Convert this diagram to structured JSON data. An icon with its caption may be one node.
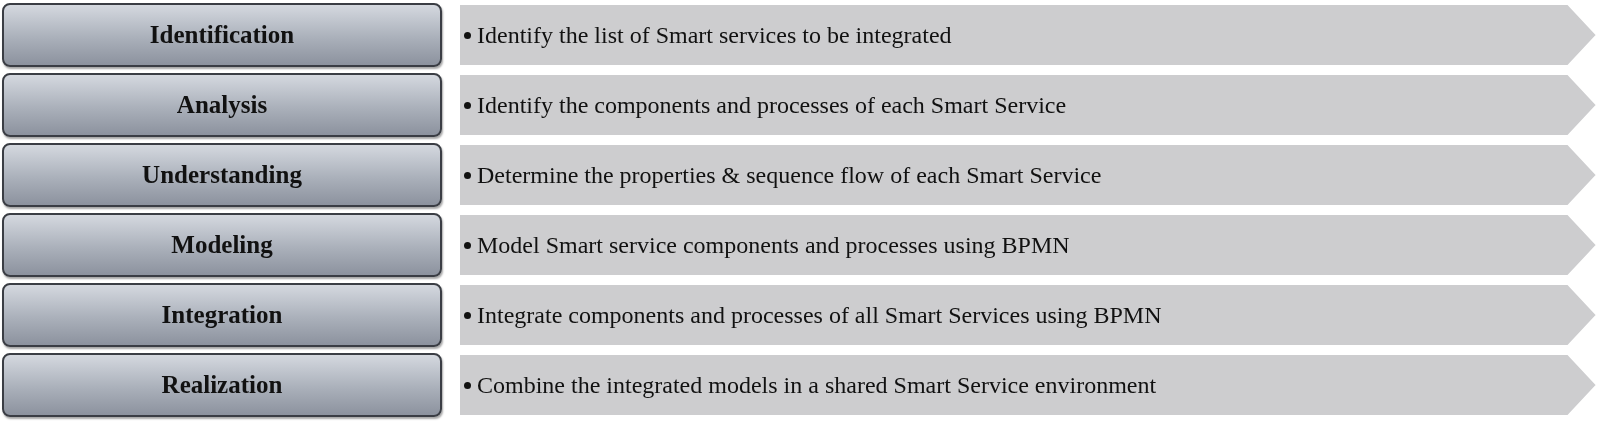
{
  "diagram": {
    "nodes": [
      {
        "text": [
          "Identification"
        ]
      },
      {
        "text": [
          "Identify the list of Smart services to be integrated"
        ]
      },
      {
        "text": [
          "Analysis"
        ]
      },
      {
        "text": [
          "Identify the components and processes of each Smart Service"
        ]
      },
      {
        "text": [
          "Understanding"
        ]
      },
      {
        "text": [
          "Determine the properties & sequence flow of each Smart Service"
        ]
      },
      {
        "text": [
          "Modeling"
        ]
      },
      {
        "text": [
          "Model Smart service components and processes using BPMN"
        ]
      },
      {
        "text": [
          "Integration"
        ]
      },
      {
        "text": [
          "Integrate components and processes of all Smart Services using BPMN"
        ]
      },
      {
        "text": [
          "Realization"
        ]
      },
      {
        "text": [
          "Combine the integrated models in a shared Smart Service environment"
        ]
      }
    ]
  }
}
